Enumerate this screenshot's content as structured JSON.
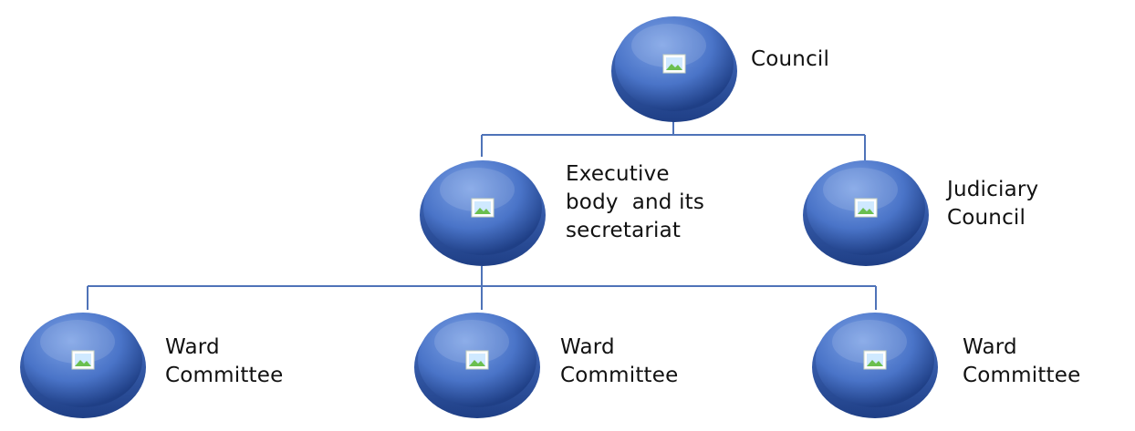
{
  "colors": {
    "disc_light": "#7ea3e6",
    "disc_mid": "#4a74c8",
    "disc_dark": "#1f3f86",
    "connector": "#4f73b8",
    "icon_frame": "#dde9c8",
    "icon_hill": "#6bbf4f",
    "icon_sky": "#cfe9ff"
  },
  "icon": "broken-image-icon",
  "nodes": {
    "council": {
      "label_lines": [
        "Council"
      ]
    },
    "executive": {
      "label_lines": [
        "Executive",
        "body  and its",
        "secretariat"
      ]
    },
    "judiciary": {
      "label_lines": [
        "Judiciary",
        "Council"
      ]
    },
    "ward_1": {
      "label_lines": [
        "Ward",
        "Committee"
      ]
    },
    "ward_2": {
      "label_lines": [
        "Ward",
        "Committee"
      ]
    },
    "ward_3": {
      "label_lines": [
        "Ward",
        "Committee"
      ]
    }
  }
}
